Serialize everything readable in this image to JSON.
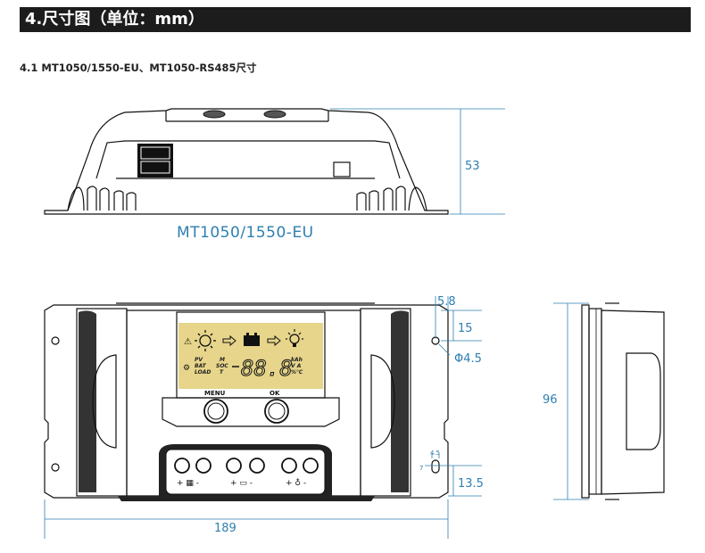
{
  "section": {
    "title": "4.尺寸图（单位：mm）",
    "subtitle": "4.1 MT1050/1550-EU、MT1050-RS485尺寸"
  },
  "top_view": {
    "caption": "MT1050/1550-EU",
    "height_dim": "53"
  },
  "front_view": {
    "dim_5_8": "5.8",
    "dim_15": "15",
    "dim_hole": "Φ4.5",
    "dim_small_4_5": "4.5",
    "dim_small_7": "7",
    "dim_13_5": "13.5",
    "dim_width": "189",
    "knob_left_label": "MENU",
    "knob_right_label": "OK",
    "lcd": {
      "pv": "PV",
      "bat": "BAT",
      "load": "LOAD",
      "m": "M",
      "soc": "SOC",
      "t": "T",
      "digits": "88.8",
      "kah": "kAh",
      "va": "V A",
      "pct_c": "%℃"
    }
  },
  "side_view": {
    "height_dim": "96"
  },
  "colors": {
    "dimension": "#2e7fb0",
    "lcd": "#e6d58a",
    "header": "#1c1c1c"
  }
}
